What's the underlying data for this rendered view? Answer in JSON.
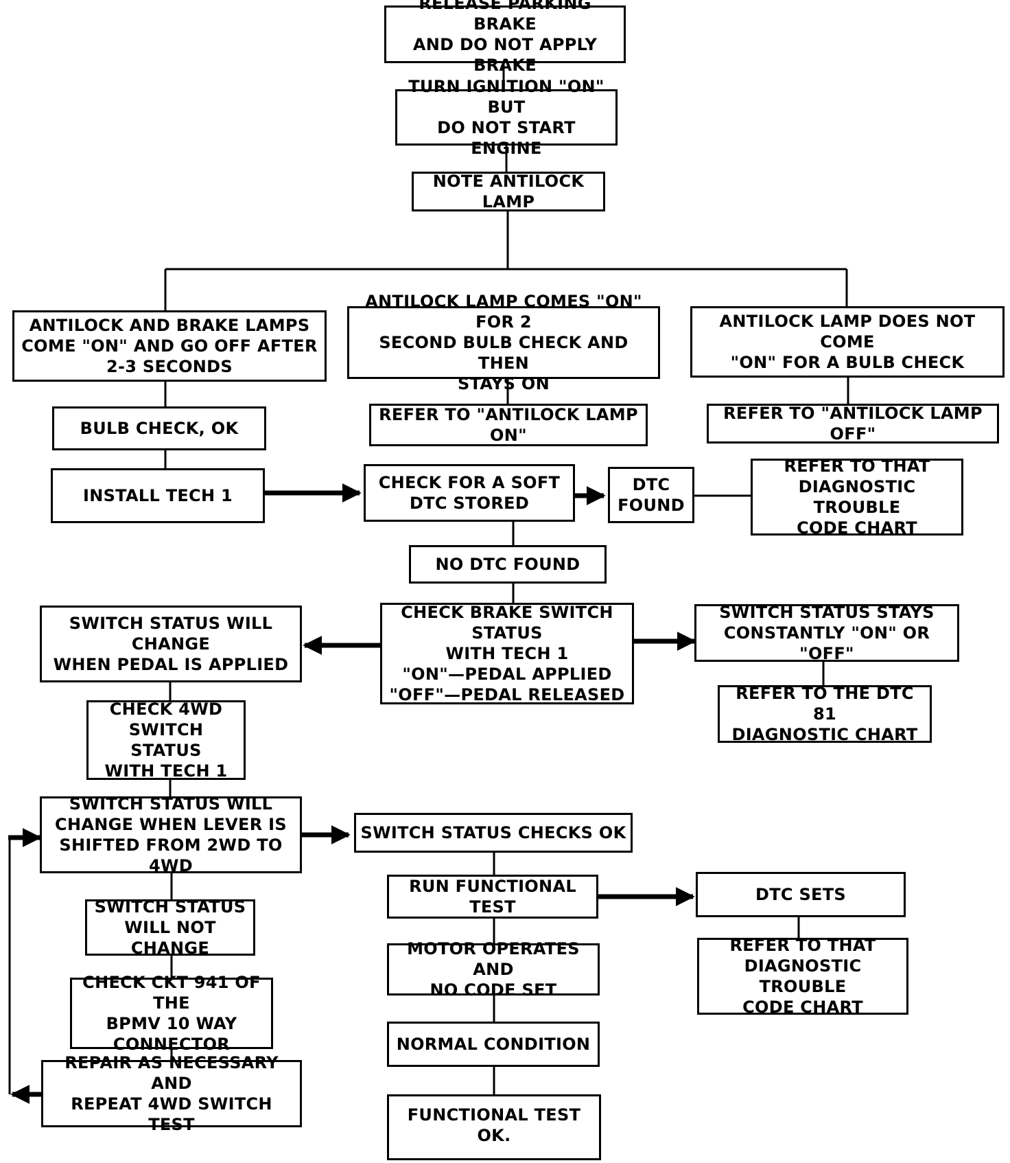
{
  "flowchart": {
    "boxes": {
      "release_brake": "RELEASE PARKING BRAKE\nAND DO NOT APPLY BRAKE",
      "ignition_on": "TURN IGNITION \"ON\" BUT\nDO NOT START ENGINE",
      "note_lamp": "NOTE ANTILOCK LAMP",
      "lamps_come_on": "ANTILOCK AND BRAKE LAMPS\nCOME \"ON\" AND GO OFF AFTER\n2-3 SECONDS",
      "lamp_stays_on": "ANTILOCK LAMP COMES \"ON\" FOR 2\nSECOND BULB CHECK AND THEN\nSTAYS ON",
      "lamp_not_on": "ANTILOCK LAMP DOES NOT COME\n\"ON\" FOR A BULB CHECK",
      "bulb_check_ok": "BULB CHECK, OK",
      "refer_lamp_on": "REFER TO \"ANTILOCK LAMP ON\"",
      "refer_lamp_off": "REFER TO \"ANTILOCK LAMP OFF\"",
      "install_tech1": "INSTALL TECH 1",
      "check_soft_dtc": "CHECK FOR A SOFT\nDTC STORED",
      "dtc_found": "DTC\nFOUND",
      "refer_dtc_chart_1": "REFER TO THAT\nDIAGNOSTIC TROUBLE\nCODE CHART",
      "no_dtc_found": "NO DTC FOUND",
      "check_brake_switch": "CHECK BRAKE SWITCH STATUS\nWITH TECH 1\n\"ON\"—PEDAL APPLIED\n\"OFF\"—PEDAL RELEASED",
      "switch_will_change_pedal": "SWITCH STATUS WILL CHANGE\nWHEN PEDAL IS APPLIED",
      "switch_stays_constant": "SWITCH STATUS STAYS\nCONSTANTLY \"ON\" OR \"OFF\"",
      "refer_dtc81": "REFER TO THE DTC 81\nDIAGNOSTIC CHART",
      "check_4wd_switch": "CHECK 4WD\nSWITCH STATUS\nWITH TECH 1",
      "switch_change_lever": "SWITCH STATUS WILL\nCHANGE WHEN LEVER IS\nSHIFTED FROM 2WD TO 4WD",
      "switch_checks_ok": "SWITCH STATUS CHECKS OK",
      "switch_will_not_change": "SWITCH STATUS\nWILL NOT CHANGE",
      "run_functional_test": "RUN FUNCTIONAL TEST",
      "dtc_sets": "DTC SETS",
      "check_ckt941": "CHECK CKT 941 OF THE\nBPMV 10 WAY\nCONNECTOR",
      "motor_operates": "MOTOR OPERATES AND\nNO CODE SET",
      "refer_dtc_chart_2": "REFER TO THAT\nDIAGNOSTIC TROUBLE\nCODE CHART",
      "normal_condition": "NORMAL CONDITION",
      "repair_repeat": "REPAIR AS NECESSARY AND\nREPEAT 4WD SWITCH TEST",
      "functional_test_ok": "FUNCTIONAL TEST OK."
    }
  }
}
